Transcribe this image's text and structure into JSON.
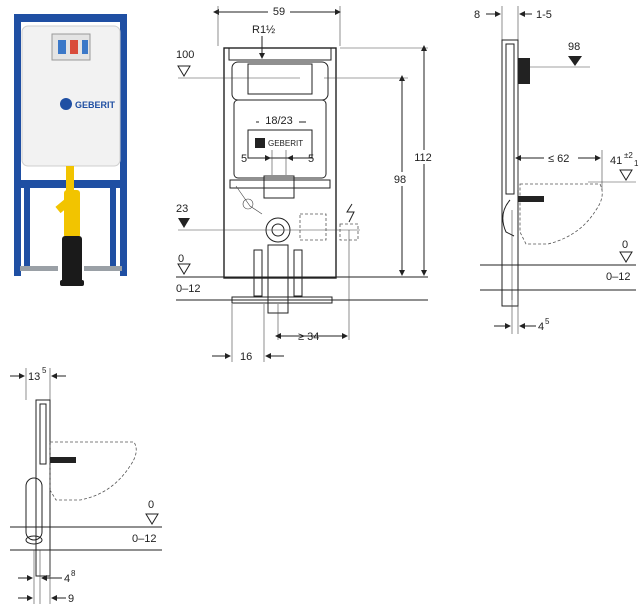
{
  "brand": {
    "logo_text": "GEBERIT"
  },
  "front_view": {
    "width_label": "59",
    "thread_label": "R1½",
    "level_100": "100",
    "level_23": "23",
    "level_0": "0",
    "floor_range": "0–12",
    "button_label": "18/23",
    "offset_left": "5",
    "offset_right": "5",
    "height_112": "112",
    "height_98": "98",
    "bottom_16": "16",
    "bottom_34": "≥ 34"
  },
  "side_view_wc": {
    "top_8": "8",
    "top_1_5": "1-5",
    "level_98": "98",
    "depth_62": "≤ 62",
    "height_41": "41",
    "height_41_tol": "±2",
    "height_41_tol2": "1",
    "level_0": "0",
    "floor_range": "0–12",
    "bottom_4": "4",
    "bottom_4_sup": "5"
  },
  "side_view_alt": {
    "top_13": "13",
    "top_13_sup": "5",
    "level_0": "0",
    "floor_range": "0–12",
    "bottom_4": "4",
    "bottom_4_sup": "8",
    "bottom_9": "9"
  },
  "colors": {
    "frame_blue": "#1f4fa3",
    "cistern_white": "#f2f2f2",
    "pipe_yellow": "#f2c400",
    "pipe_black": "#1a1a1a",
    "line": "#222222"
  }
}
